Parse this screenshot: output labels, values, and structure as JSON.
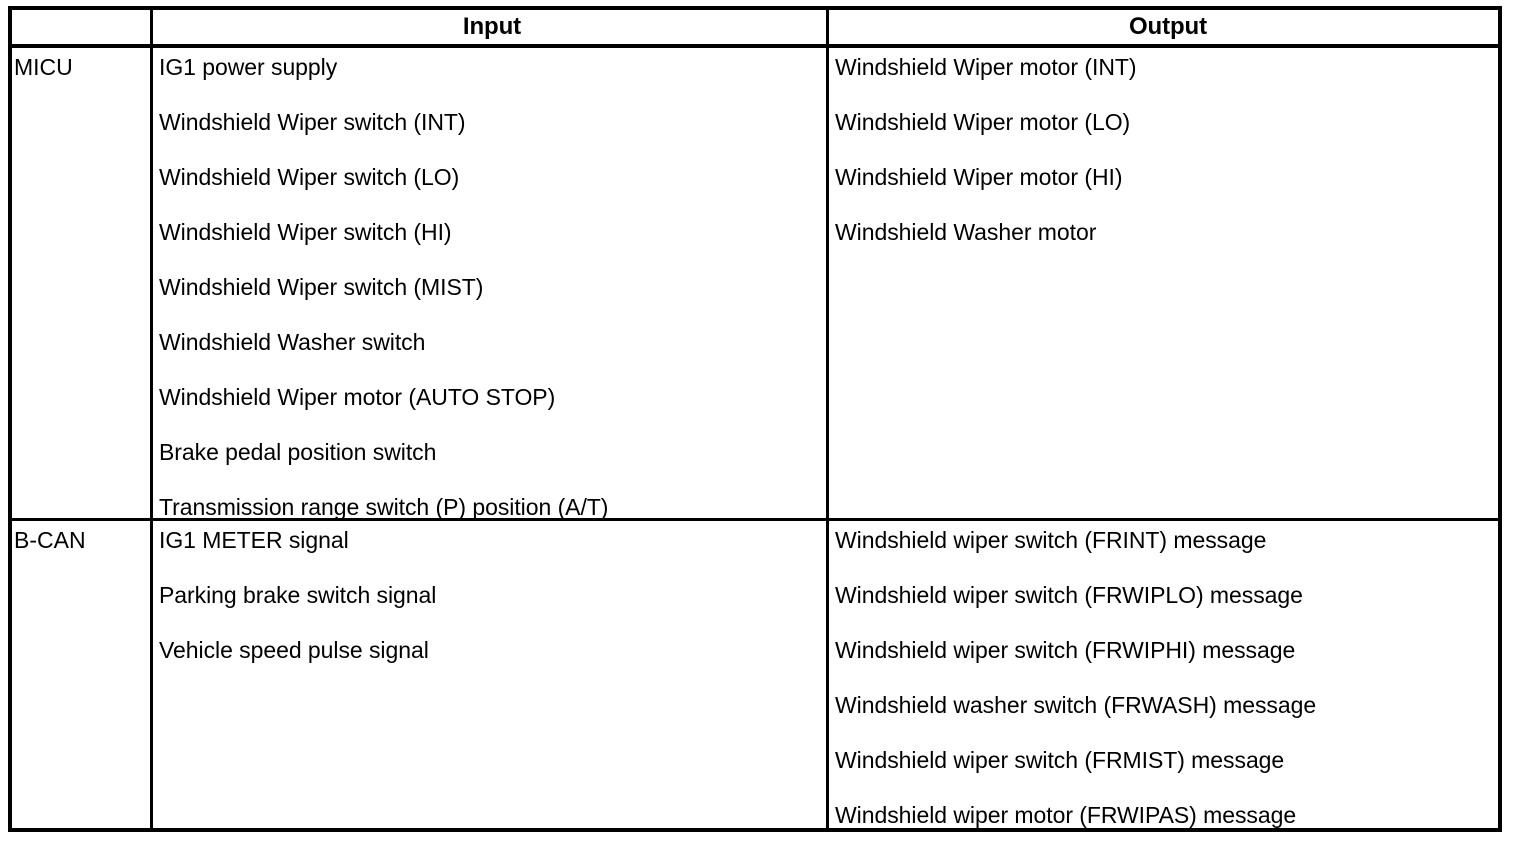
{
  "table": {
    "headers": {
      "module_col": "",
      "input": "Input",
      "output": "Output"
    },
    "rows": [
      {
        "module": "MICU",
        "inputs": [
          "IG1 power supply",
          "Windshield Wiper switch (INT)",
          "Windshield Wiper switch (LO)",
          "Windshield Wiper switch (HI)",
          "Windshield Wiper switch (MIST)",
          "Windshield Washer switch",
          "Windshield Wiper motor (AUTO STOP)",
          "Brake pedal position switch",
          "Transmission range switch (P) position (A/T)"
        ],
        "outputs": [
          "Windshield Wiper motor (INT)",
          "Windshield Wiper motor (LO)",
          "Windshield Wiper motor (HI)",
          "Windshield Washer motor"
        ]
      },
      {
        "module": "B-CAN",
        "inputs": [
          "IG1 METER signal",
          "Parking brake switch signal",
          "Vehicle speed pulse signal"
        ],
        "outputs": [
          "Windshield wiper switch (FRINT) message",
          "Windshield wiper switch (FRWIPLO) message",
          "Windshield wiper switch (FRWIPHI) message",
          "Windshield washer switch (FRWASH) message",
          "Windshield wiper switch (FRMIST) message",
          "Windshield wiper motor (FRWIPAS) message"
        ]
      }
    ]
  },
  "colors": {
    "rule": "#000000",
    "text": "#000000",
    "background": "#ffffff"
  }
}
